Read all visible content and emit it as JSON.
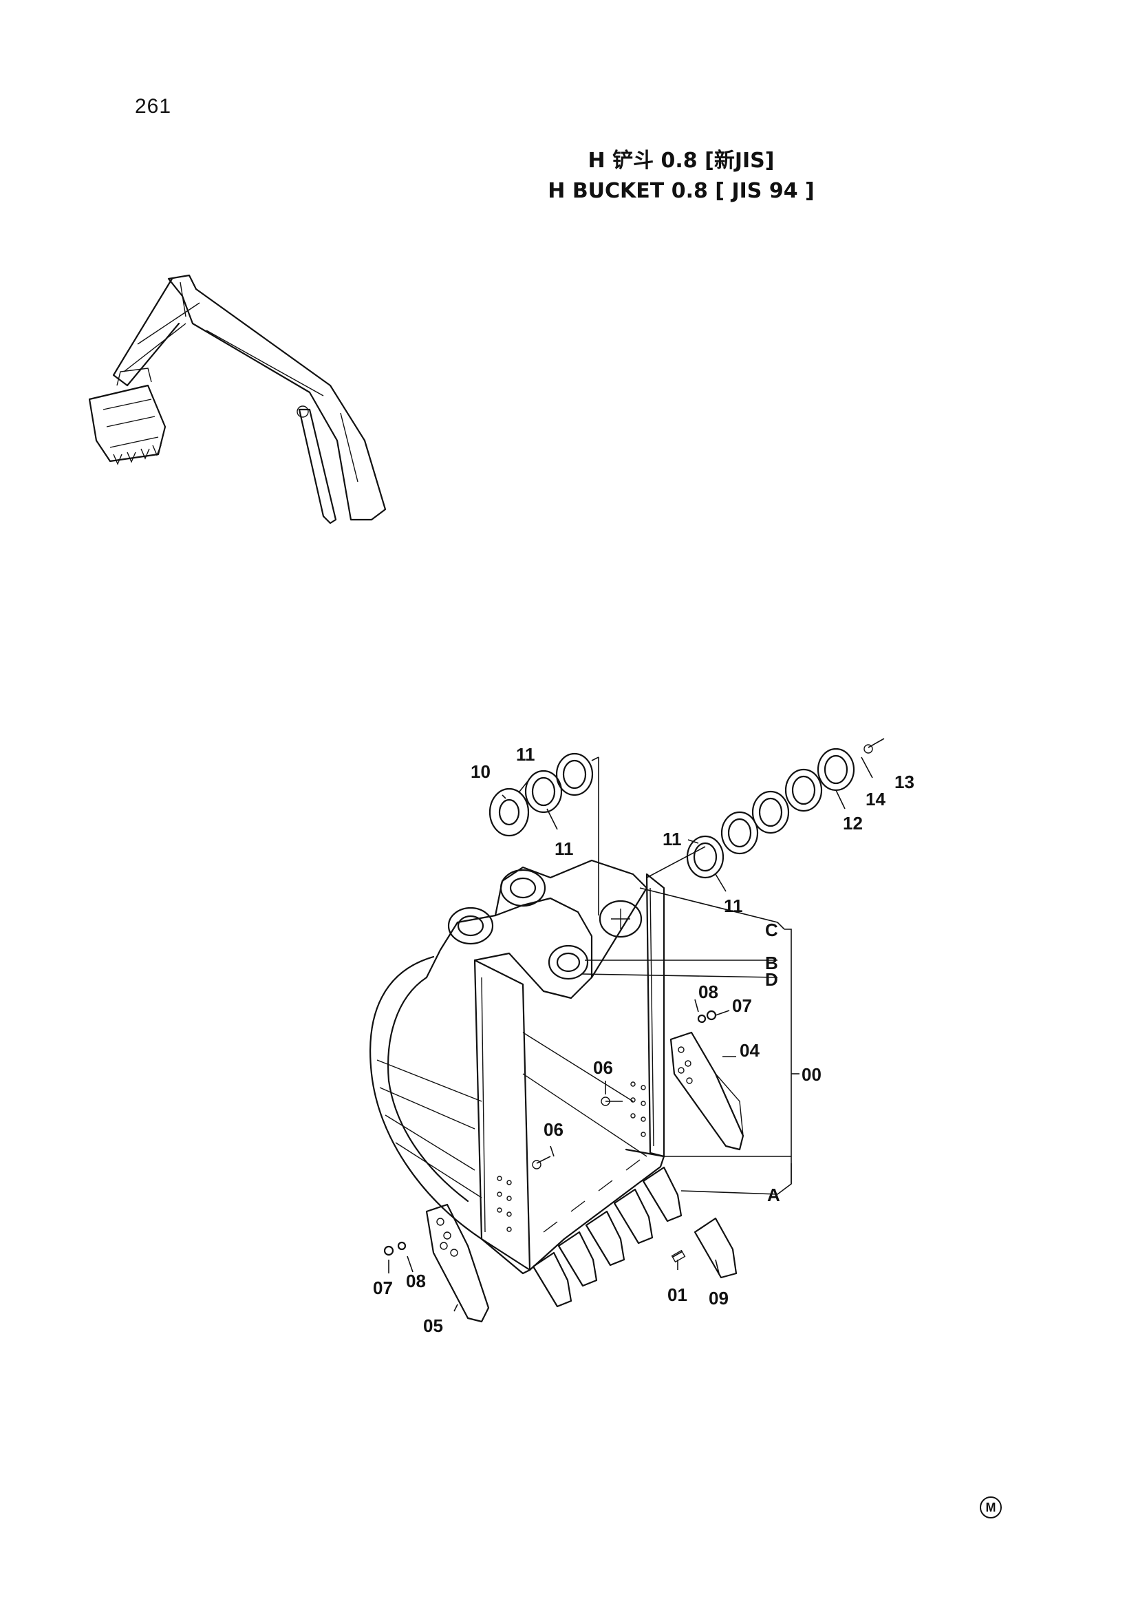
{
  "page": {
    "number": "261"
  },
  "title": {
    "chinese": "H 铲斗 0.8 [新JIS]",
    "english": "H  BUCKET  0.8 [ JIS 94 ]"
  },
  "callouts": {
    "c00": "00",
    "c01": "01",
    "c04": "04",
    "c05": "05",
    "c06a": "06",
    "c06b": "06",
    "c07a": "07",
    "c07b": "07",
    "c08a": "08",
    "c08b": "08",
    "c09": "09",
    "c10": "10",
    "c11a": "11",
    "c11b": "11",
    "c11c": "11",
    "c11d": "11",
    "c12": "12",
    "c13": "13",
    "c14": "14",
    "ref_a": "A",
    "ref_b": "B",
    "ref_c": "C",
    "ref_d": "D"
  },
  "footer": {
    "mark": "M"
  }
}
